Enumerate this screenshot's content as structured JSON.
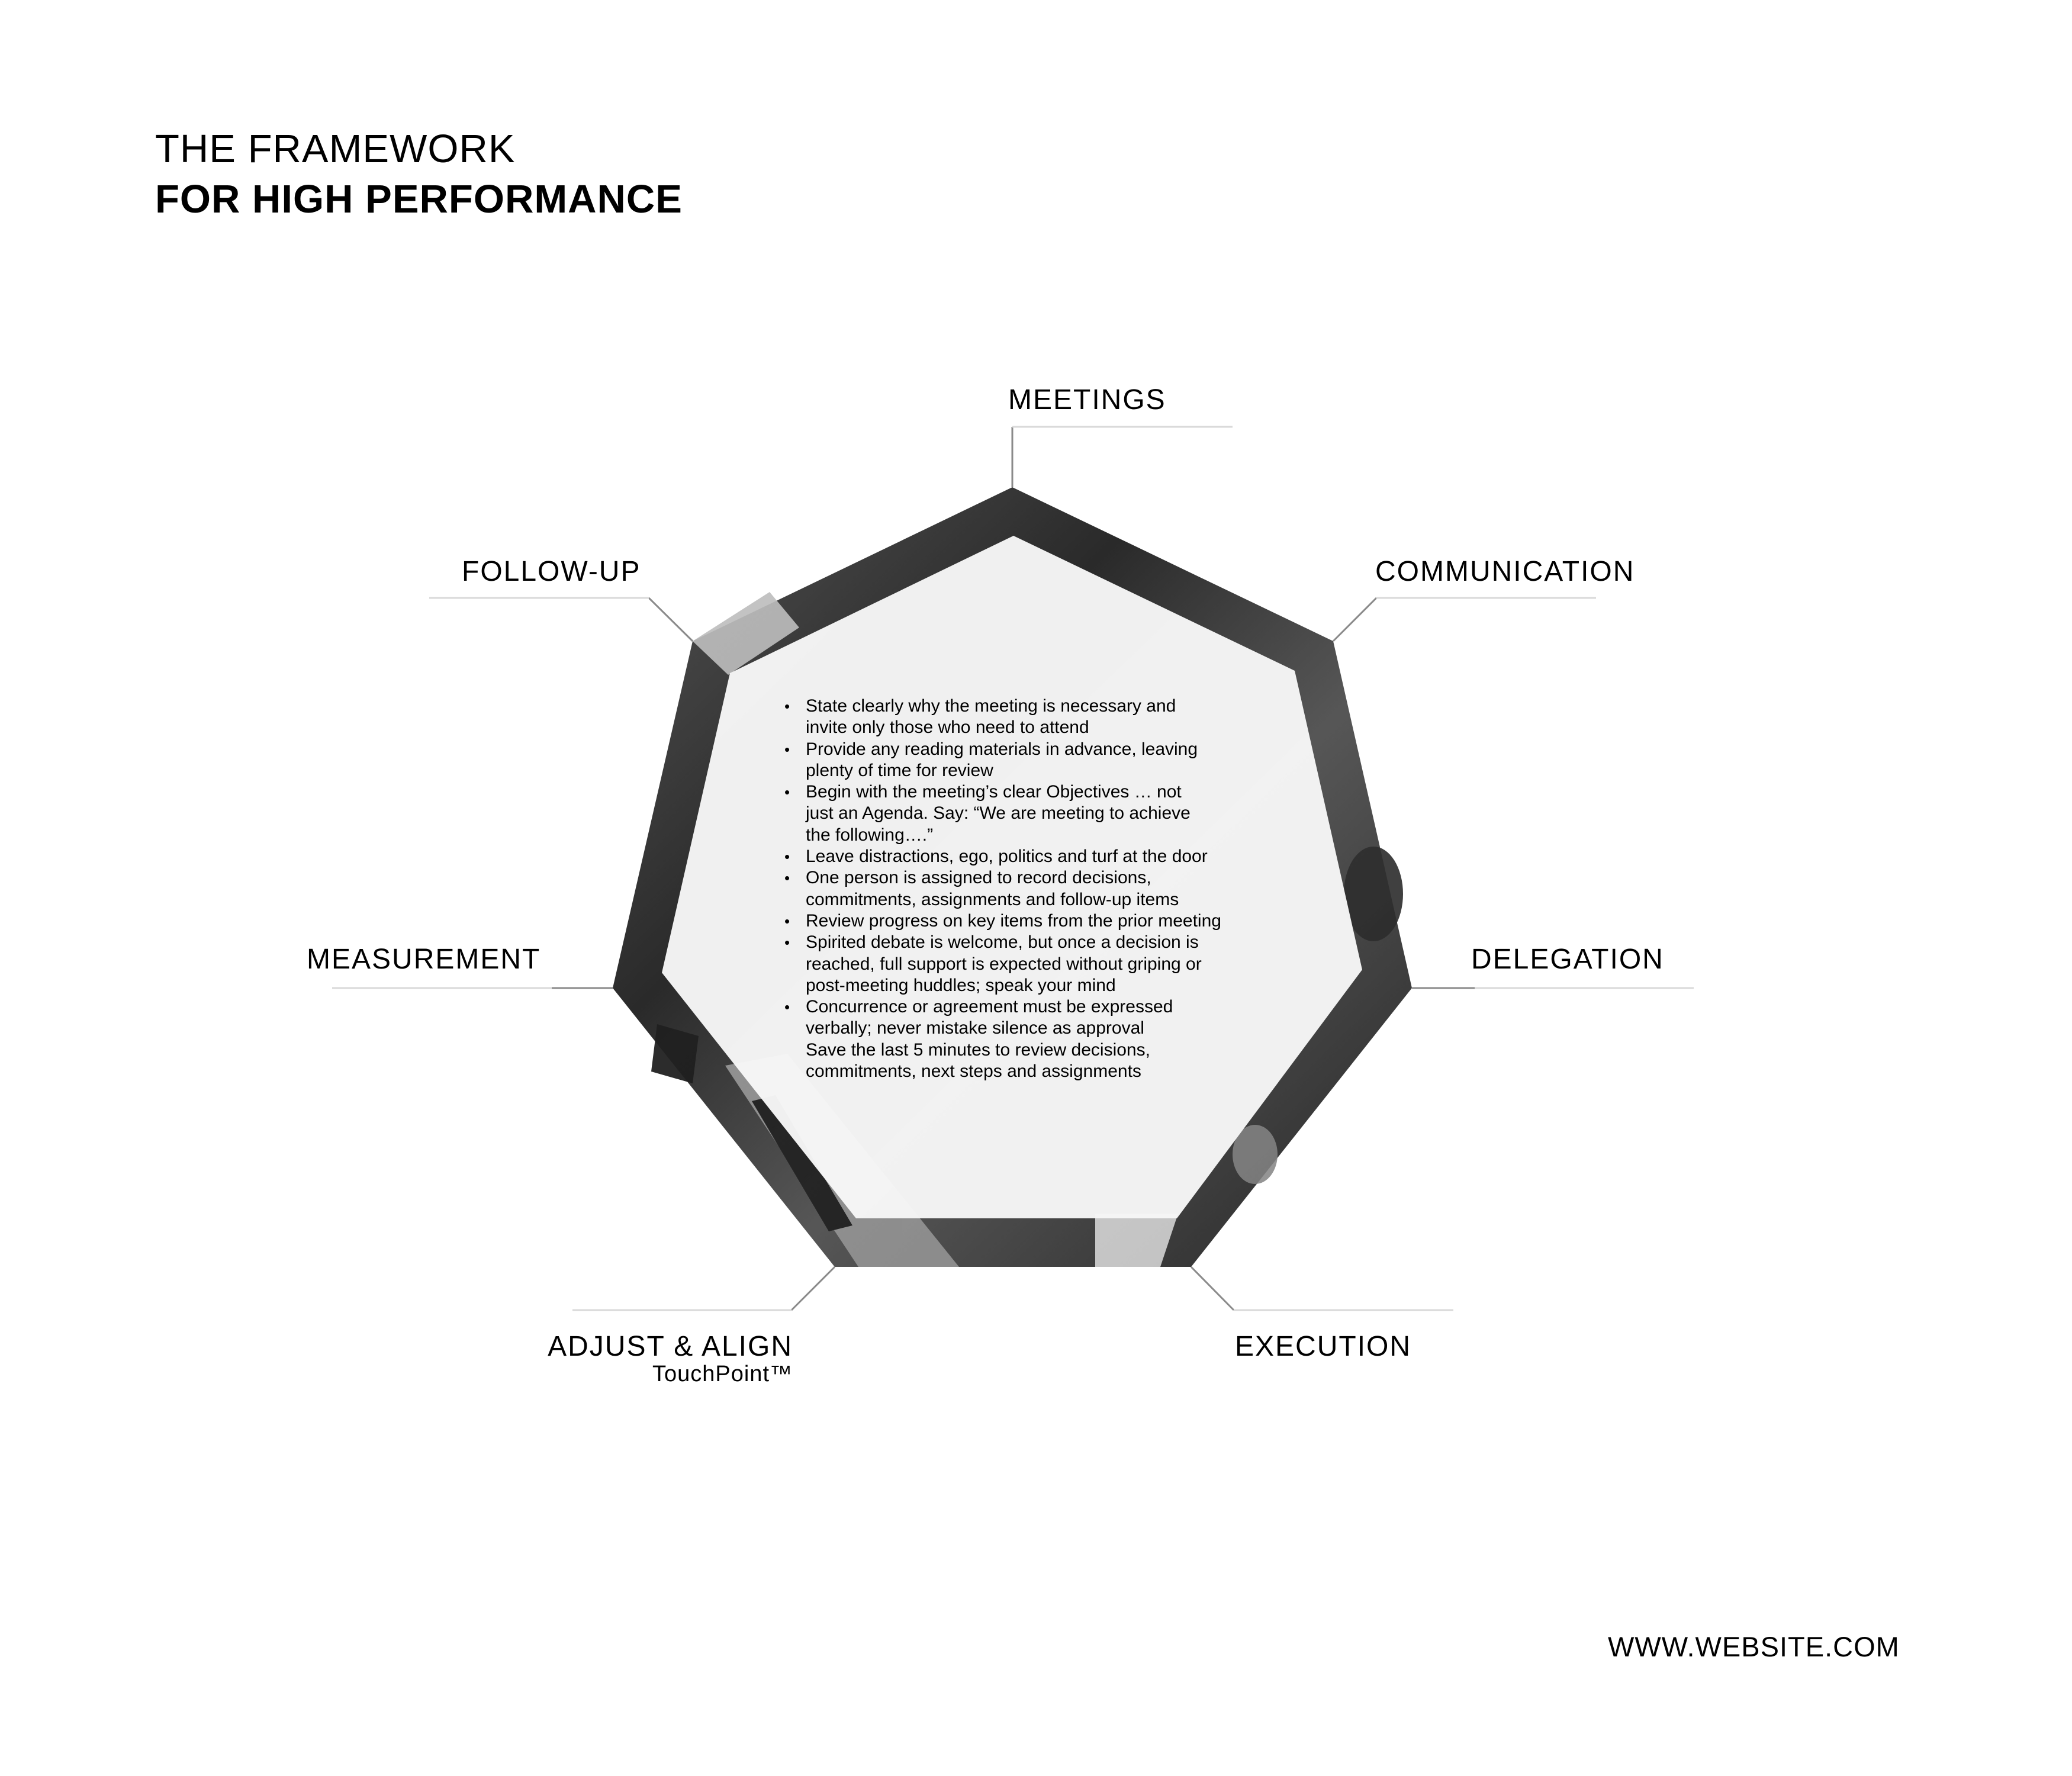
{
  "title": {
    "line1": "THE FRAMEWORK",
    "line2": "FOR HIGH PERFORMANCE"
  },
  "nodes": [
    {
      "id": "meetings",
      "label": "MEETINGS"
    },
    {
      "id": "communication",
      "label": "COMMUNICATION"
    },
    {
      "id": "delegation",
      "label": "DELEGATION"
    },
    {
      "id": "execution",
      "label": "EXECUTION"
    },
    {
      "id": "adjust-align",
      "label": "ADJUST & ALIGN",
      "sublabel": "TouchPoint™"
    },
    {
      "id": "measurement",
      "label": "MEASUREMENT"
    },
    {
      "id": "follow-up",
      "label": "FOLLOW-UP"
    }
  ],
  "center_content": {
    "lines": [
      {
        "bullet": true,
        "text": "State clearly why the meeting is necessary and"
      },
      {
        "bullet": false,
        "text": "invite only those who need to attend"
      },
      {
        "bullet": true,
        "text": "Provide any reading materials in advance, leaving"
      },
      {
        "bullet": false,
        "text": "plenty of time for review"
      },
      {
        "bullet": true,
        "text": "Begin with the meeting’s clear Objectives … not"
      },
      {
        "bullet": false,
        "text": "just an Agenda. Say: “We are meeting to achieve"
      },
      {
        "bullet": false,
        "text": "the following….”"
      },
      {
        "bullet": true,
        "text": "Leave distractions, ego, politics and turf at the door"
      },
      {
        "bullet": true,
        "text": "One person is assigned to record decisions,"
      },
      {
        "bullet": false,
        "text": "commitments, assignments and follow-up items"
      },
      {
        "bullet": true,
        "text": "Review progress on key items from the prior meeting"
      },
      {
        "bullet": true,
        "text": "Spirited debate is welcome, but once a decision is"
      },
      {
        "bullet": false,
        "text": "reached, full support is expected without griping or"
      },
      {
        "bullet": false,
        "text": "post-meeting huddles; speak your mind"
      },
      {
        "bullet": true,
        "text": "Concurrence or agreement must be expressed"
      },
      {
        "bullet": false,
        "text": "verbally; never mistake silence as approval"
      },
      {
        "bullet": false,
        "text": "Save the last 5 minutes to review decisions,"
      },
      {
        "bullet": false,
        "text": "commitments, next steps and assignments"
      }
    ]
  },
  "footer": {
    "url": "WWW.WEBSITE.COM"
  },
  "colors": {
    "text": "#000000",
    "leader_dark": "#8a8a8a",
    "leader_light": "#d9d9d9",
    "heptagon_frame": "#3a3a3a",
    "inner_panel": "#f7f7f7"
  }
}
